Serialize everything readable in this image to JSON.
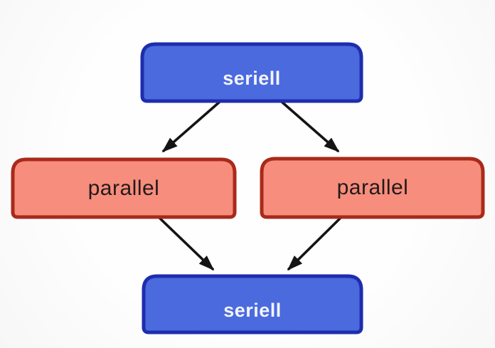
{
  "diagram": {
    "type": "flow-diagram",
    "background": "#fdfdfd",
    "nodes": [
      {
        "id": "serial-top",
        "label": "seriell",
        "type": "serial",
        "row": "top"
      },
      {
        "id": "parallel-left",
        "label": "parallel",
        "type": "parallel",
        "row": "middle"
      },
      {
        "id": "parallel-right",
        "label": "parallel",
        "type": "parallel",
        "row": "middle"
      },
      {
        "id": "serial-bottom",
        "label": "seriell",
        "type": "serial",
        "row": "bottom"
      }
    ],
    "edges": [
      {
        "from": "serial-top",
        "to": "parallel-left"
      },
      {
        "from": "serial-top",
        "to": "parallel-right"
      },
      {
        "from": "parallel-left",
        "to": "serial-bottom"
      },
      {
        "from": "parallel-right",
        "to": "serial-bottom"
      }
    ],
    "colors": {
      "serial_fill": "#4a6ade",
      "serial_border": "#1e2dad",
      "serial_text": "#f3f4fa",
      "parallel_fill": "#f78d7d",
      "parallel_border": "#a92a1a",
      "parallel_text": "#231a18",
      "arrow": "#141414"
    }
  }
}
